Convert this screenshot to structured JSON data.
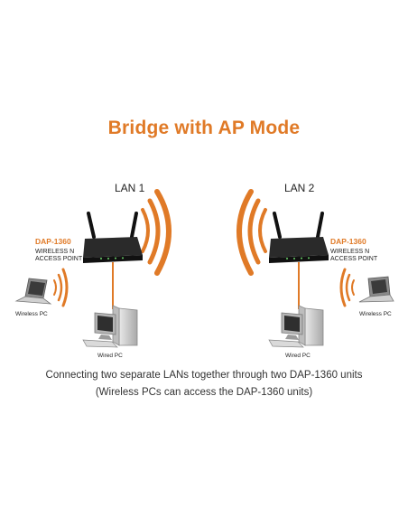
{
  "title": "Bridge with AP Mode",
  "colors": {
    "accent": "#e07a27",
    "router": "#222222",
    "pc": "#c9c9c9"
  },
  "lan_left": {
    "label": "LAN 1",
    "device_model": "DAP-1360",
    "device_desc_line1": "WIRELESS  N",
    "device_desc_line2": "ACCESS POINT",
    "wireless_pc_label": "Wireless PC",
    "wired_pc_label": "Wired PC"
  },
  "lan_right": {
    "label": "LAN 2",
    "device_model": "DAP-1360",
    "device_desc_line1": "WIRELESS  N",
    "device_desc_line2": "ACCESS POINT",
    "wireless_pc_label": "Wireless PC",
    "wired_pc_label": "Wired PC"
  },
  "caption": {
    "line1": "Connecting two separate LANs together through two DAP-1360 units",
    "line2": "(Wireless PCs can access the DAP-1360 units)"
  }
}
